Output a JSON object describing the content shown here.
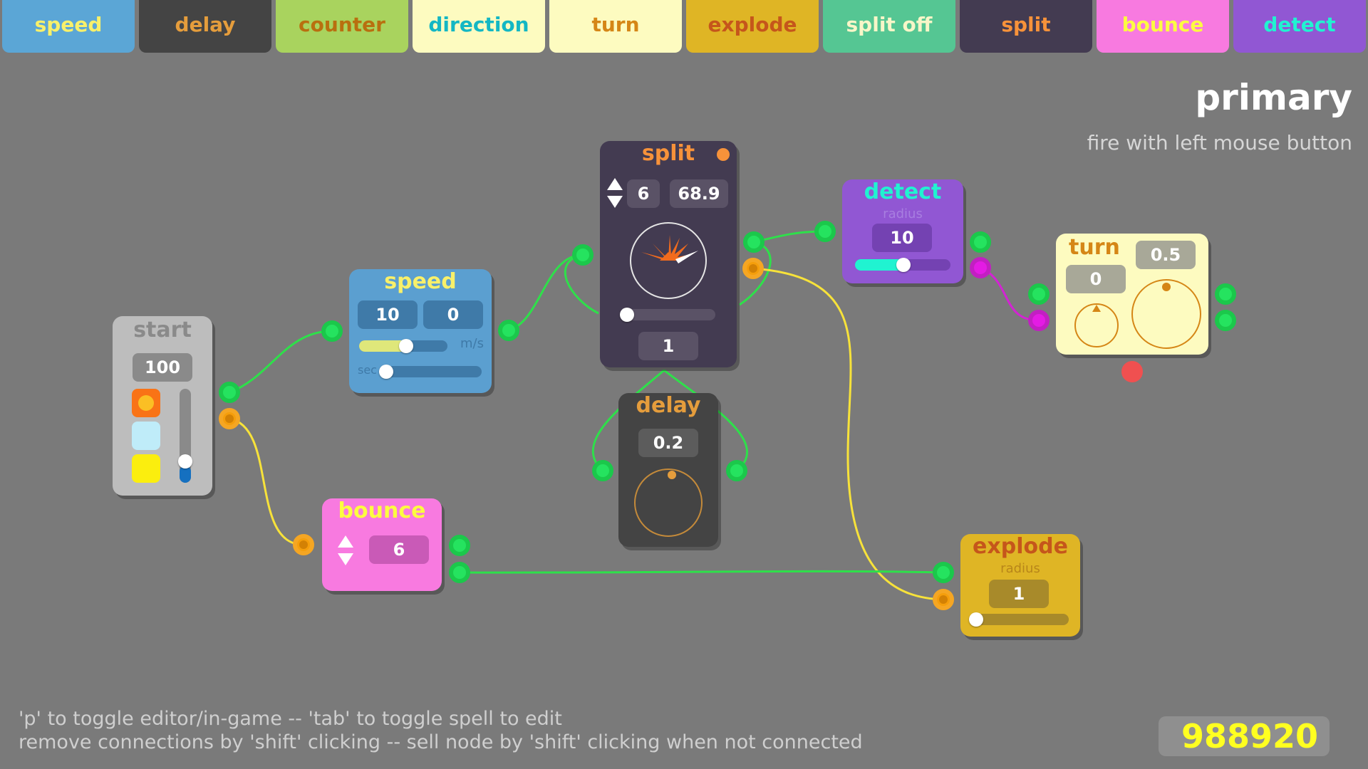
{
  "palette": {
    "items": [
      {
        "label": "speed",
        "bg": "#5ba6d6",
        "fg": "#f8f06a"
      },
      {
        "label": "delay",
        "bg": "#444444",
        "fg": "#e59d3c"
      },
      {
        "label": "counter",
        "bg": "#a9d35e",
        "fg": "#b96f0f"
      },
      {
        "label": "direction",
        "bg": "#fdfbc0",
        "fg": "#14b7c4"
      },
      {
        "label": "turn",
        "bg": "#fdfbc0",
        "fg": "#d58616"
      },
      {
        "label": "explode",
        "bg": "#dfb525",
        "fg": "#c5561b"
      },
      {
        "label": "split off",
        "bg": "#55c693",
        "fg": "#f8f6c8"
      },
      {
        "label": "split",
        "bg": "#433b51",
        "fg": "#f7923a"
      },
      {
        "label": "bounce",
        "bg": "#f87ae0",
        "fg": "#fcfc40"
      },
      {
        "label": "detect",
        "bg": "#9157d3",
        "fg": "#20f3d1"
      }
    ]
  },
  "spell": {
    "title": "primary",
    "subtitle": "fire with left mouse button"
  },
  "nodes": {
    "start": {
      "title": "start",
      "value": "100",
      "level": 0.2,
      "swatches": [
        "#f97316",
        "#bfecf9",
        "#fbee0e"
      ]
    },
    "speed": {
      "title": "speed",
      "value_a": "10",
      "value_b": "0",
      "unit_ms": "m/s",
      "unit_sec": "sec",
      "ms_slider": 0.5,
      "sec_slider": 0.0
    },
    "split": {
      "title": "split",
      "count": "6",
      "angle": "68.9",
      "value": "1",
      "slider": 0.0
    },
    "delay": {
      "title": "delay",
      "value": "0.2"
    },
    "detect": {
      "title": "detect",
      "label": "radius",
      "value": "10",
      "slider": 0.5
    },
    "turn": {
      "title": "turn",
      "value_a": "0.5",
      "value_b": "0"
    },
    "bounce": {
      "title": "bounce",
      "value": "6"
    },
    "explode": {
      "title": "explode",
      "label": "radius",
      "value": "1",
      "slider": 0.0
    }
  },
  "colors": {
    "wire_green": "#2ee04a",
    "wire_yellow": "#f7e23a",
    "wire_magenta": "#d323d3"
  },
  "hints": {
    "line1": "'p' to toggle editor/in-game -- 'tab' to toggle spell to edit",
    "line2": "remove connections by 'shift' clicking -- sell node by 'shift' clicking when not connected"
  },
  "money": "988920"
}
